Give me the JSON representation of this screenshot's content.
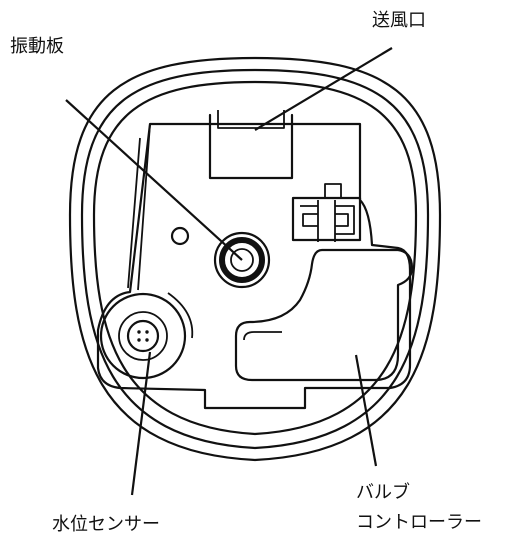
{
  "labels": {
    "vent": "送風口",
    "diaphragm": "振動板",
    "water_sensor": "水位センサー",
    "valve_line1": "バルブ",
    "valve_line2": "コントローラー"
  }
}
